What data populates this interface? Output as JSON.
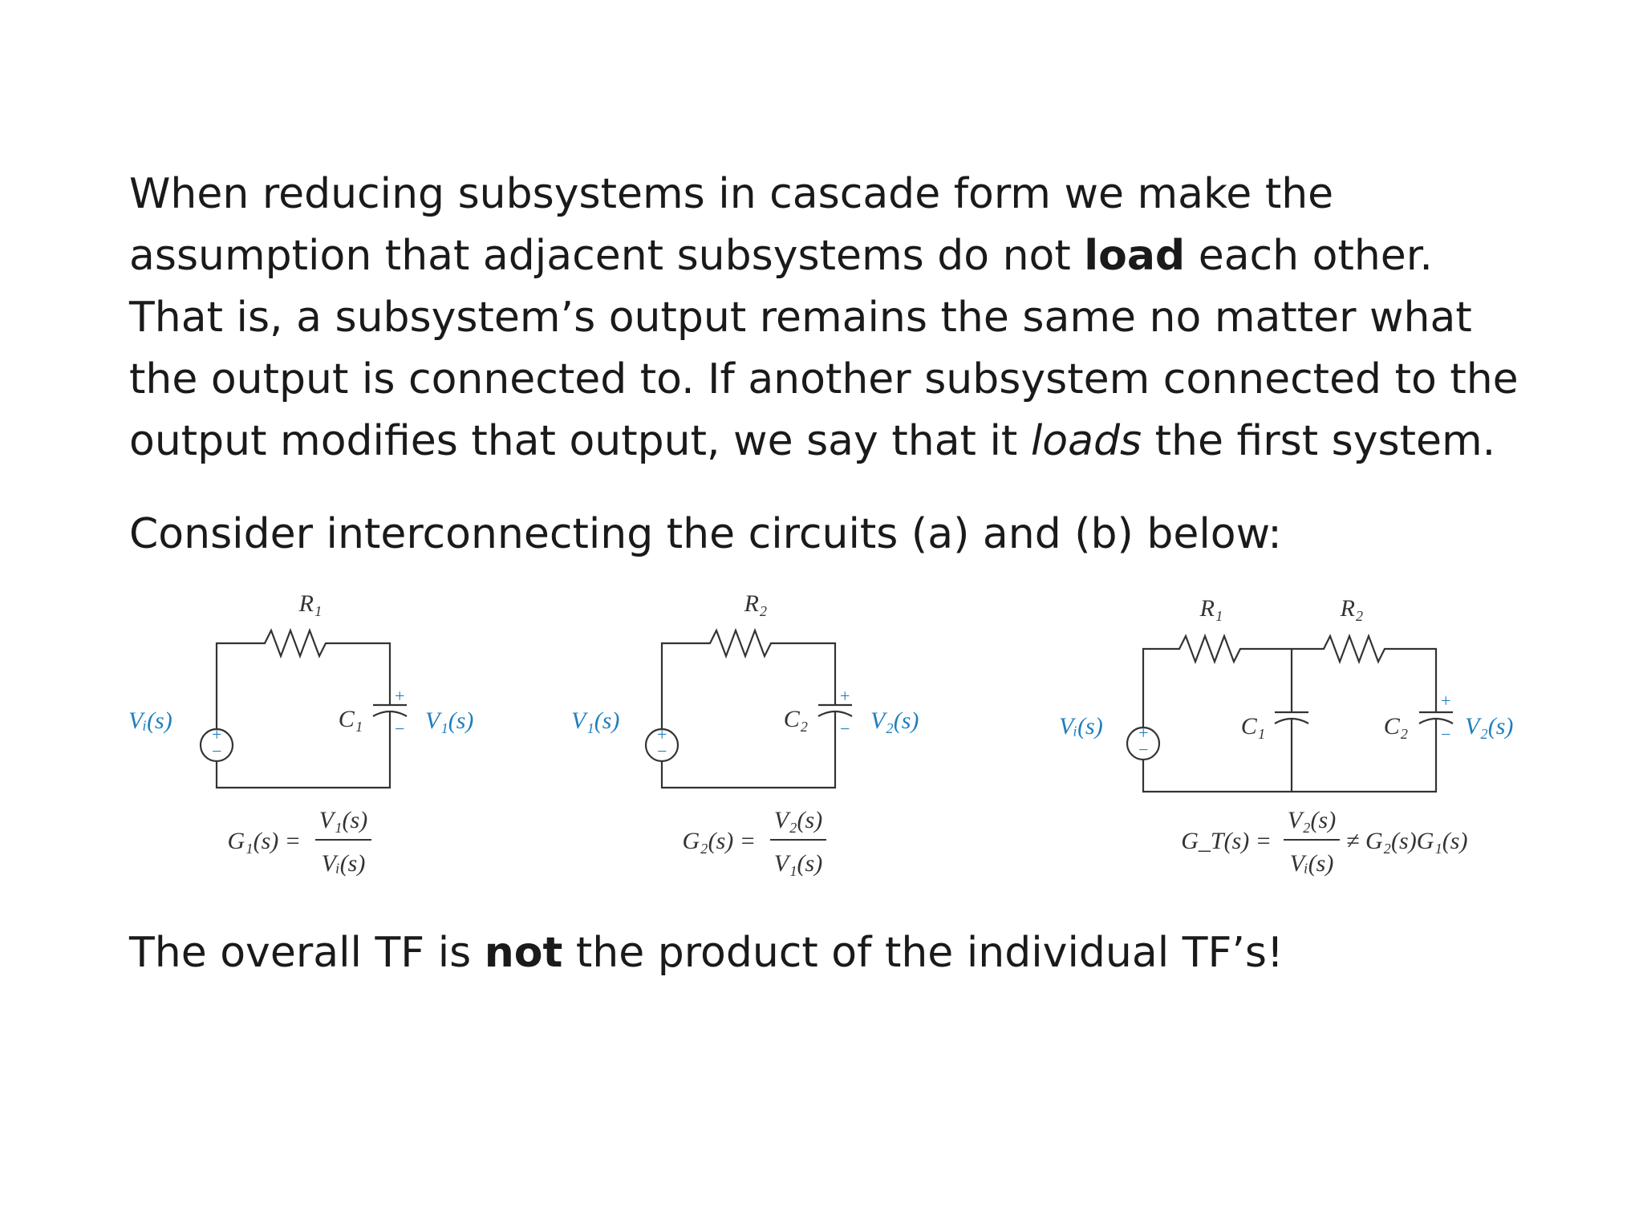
{
  "para1": {
    "line1": "When reducing subsystems in cascade form we make the",
    "line2_pre": "assumption that adjacent subsystems do not ",
    "line2_bold": "load",
    "line2_post": " each other.",
    "line3": "That is, a subsystem’s output remains the same no matter what",
    "line4": "the output is connected to.  If another subsystem connected to the",
    "line5_pre": "output modifies that output, we say that it ",
    "line5_italic": "loads",
    "line5_post": " the first system."
  },
  "para2": "Consider interconnecting the circuits (a) and (b) below:",
  "para3": {
    "pre": "The overall TF is ",
    "bold": "not",
    "post": " the product of the individual TF’s!"
  },
  "circuit_a": {
    "resistor": "R₁",
    "capacitor": "C₁",
    "input": "Vᵢ(s)",
    "output": "V₁(s)",
    "tf_lhs": "G₁(s) =",
    "tf_num": "V₁(s)",
    "tf_den": "Vᵢ(s)"
  },
  "circuit_b": {
    "resistor": "R₂",
    "capacitor": "C₂",
    "input": "V₁(s)",
    "output": "V₂(s)",
    "tf_lhs": "G₂(s) =",
    "tf_num": "V₂(s)",
    "tf_den": "V₁(s)"
  },
  "circuit_c": {
    "resistor1": "R₁",
    "resistor2": "R₂",
    "capacitor1": "C₁",
    "capacitor2": "C₂",
    "input": "Vᵢ(s)",
    "output": "V₂(s)",
    "tf_lhs": "G_T(s) =",
    "tf_num": "V₂(s)",
    "tf_den": "Vᵢ(s)",
    "tf_rhs": "≠ G₂(s)G₁(s)"
  },
  "symbols": {
    "plus": "+",
    "minus": "−"
  },
  "colors": {
    "label_blue": "#1f7fbf",
    "wire": "#333333",
    "text": "#1a1a1a"
  }
}
